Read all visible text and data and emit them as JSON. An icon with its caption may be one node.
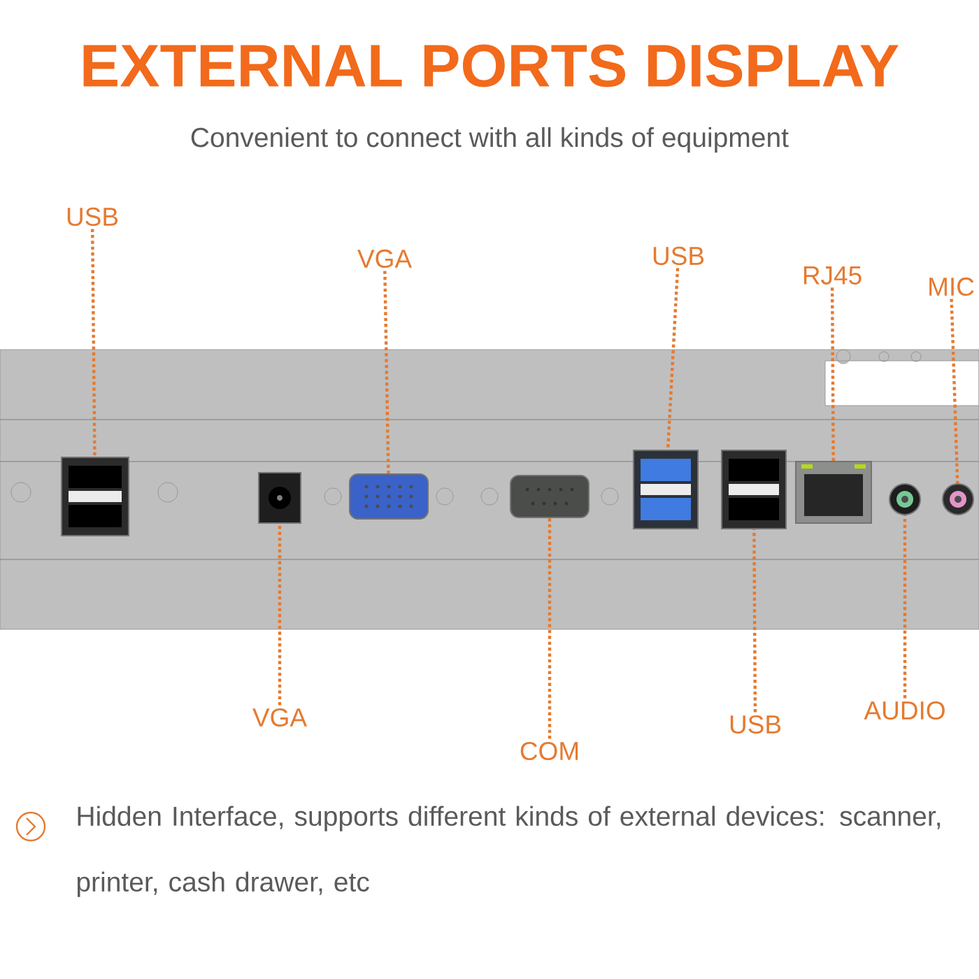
{
  "diagram": {
    "title": "EXTERNAL PORTS DISPLAY",
    "nodes": [
      {
        "text": [
          "USB"
        ]
      },
      {
        "text": [
          "VGA"
        ]
      },
      {
        "text": [
          "USB"
        ]
      },
      {
        "text": [
          "RJ45"
        ]
      },
      {
        "text": [
          "MIC"
        ]
      },
      {
        "text": [],
        "shape": "box"
      },
      {
        "text": [],
        "shape": "box"
      },
      {
        "text": [],
        "shape": "box"
      },
      {
        "text": [],
        "shape": "box"
      },
      {
        "text": [],
        "shape": "box"
      },
      {
        "text": [],
        "shape": "box"
      },
      {
        "text": [],
        "shape": "box"
      },
      {
        "text": [],
        "shape": "circle"
      },
      {
        "text": [],
        "shape": "circle"
      },
      {
        "text": [
          "VGA"
        ]
      },
      {
        "text": [
          "COM"
        ]
      },
      {
        "text": [
          "USB"
        ]
      },
      {
        "text": [
          "AUDIO"
        ]
      }
    ],
    "edges": [
      {
        "from": 0,
        "to": 5,
        "arrow": "none",
        "style": "dashed"
      },
      {
        "from": 1,
        "to": 7,
        "arrow": "none",
        "style": "dashed"
      },
      {
        "from": 2,
        "to": 9,
        "arrow": "none",
        "style": "dashed"
      },
      {
        "from": 3,
        "to": 11,
        "arrow": "none",
        "style": "dashed"
      },
      {
        "from": 4,
        "to": 13,
        "arrow": "none",
        "style": "dashed"
      },
      {
        "from": 14,
        "to": 6,
        "arrow": "none",
        "style": "dashed"
      },
      {
        "from": 15,
        "to": 8,
        "arrow": "none",
        "style": "dashed"
      },
      {
        "from": 16,
        "to": 10,
        "arrow": "none",
        "style": "dashed"
      },
      {
        "from": 17,
        "to": 12,
        "arrow": "none",
        "style": "dashed"
      }
    ],
    "labels": [
      "Convenient to connect with all kinds of equipment",
      "Hidden Interface, supports different kinds of external devices: scanner, printer, cash drawer, etc"
    ]
  }
}
